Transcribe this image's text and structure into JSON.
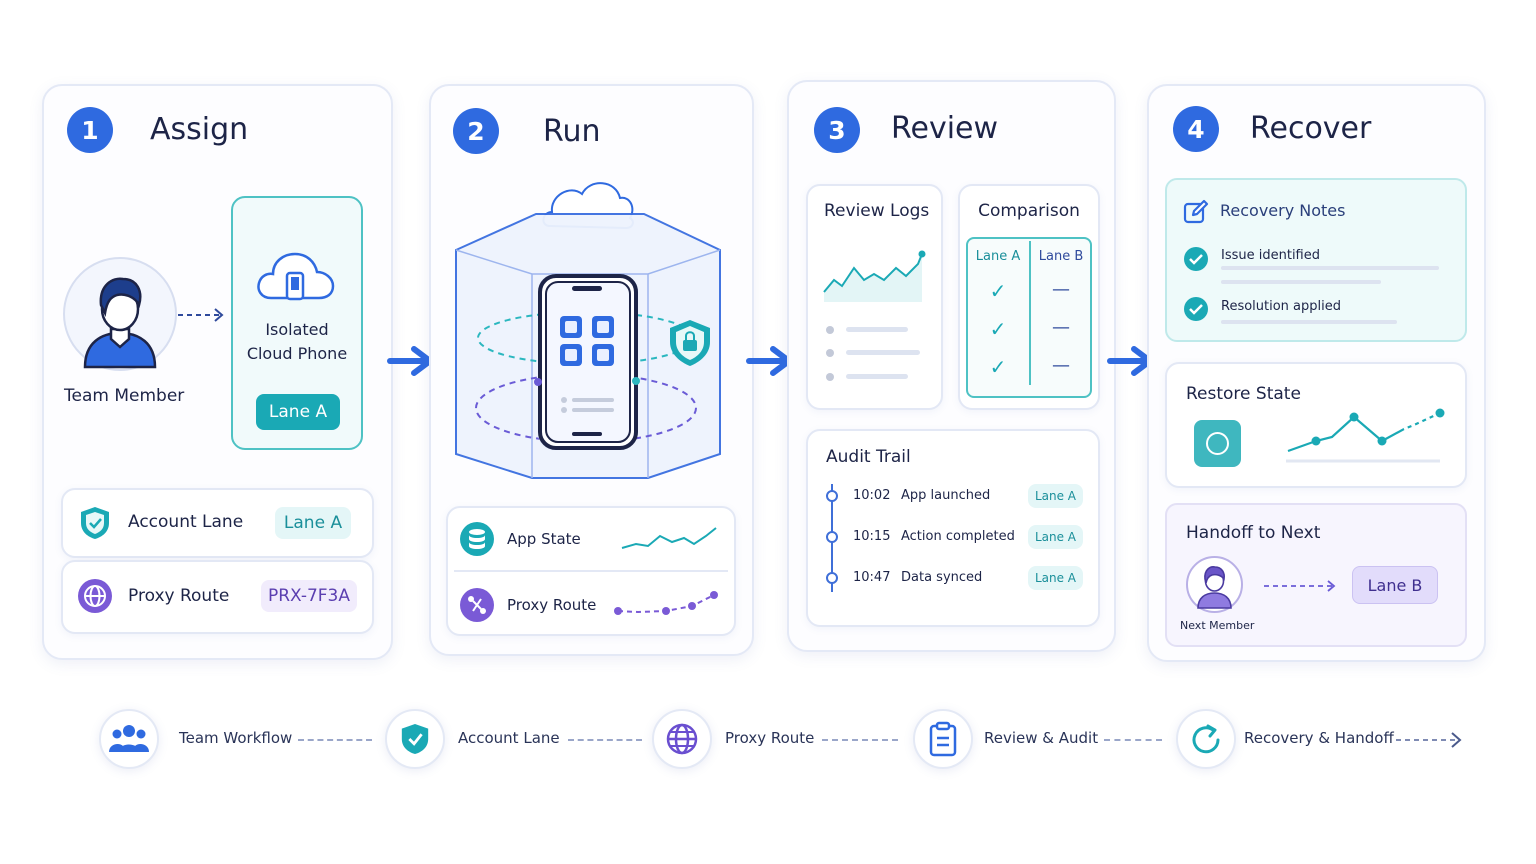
{
  "colors": {
    "primary_blue": "#2f6ae0",
    "teal": "#1aa9b5",
    "purple": "#7a5ad6",
    "navy": "#1d2447"
  },
  "steps": [
    {
      "number": "1",
      "title": "Assign"
    },
    {
      "number": "2",
      "title": "Run"
    },
    {
      "number": "3",
      "title": "Review"
    },
    {
      "number": "4",
      "title": "Recover"
    }
  ],
  "assign": {
    "member_label": "Team Member",
    "phone_line1": "Isolated",
    "phone_line2": "Cloud Phone",
    "phone_lane": "Lane A",
    "account_lane_label": "Account Lane",
    "account_lane_value": "Lane A",
    "proxy_label": "Proxy Route",
    "proxy_value": "PRX-7F3A"
  },
  "run": {
    "app_state_label": "App State",
    "proxy_label": "Proxy Route"
  },
  "review": {
    "logs_title": "Review Logs",
    "comparison_title": "Comparison",
    "col_a": "Lane A",
    "col_b": "Lane B",
    "rows": [
      {
        "a": "✓",
        "b": "—"
      },
      {
        "a": "✓",
        "b": "—"
      },
      {
        "a": "✓",
        "b": "—"
      }
    ],
    "audit_title": "Audit Trail",
    "audit": [
      {
        "time": "10:02",
        "event": "App launched",
        "lane": "Lane A"
      },
      {
        "time": "10:15",
        "event": "Action completed",
        "lane": "Lane A"
      },
      {
        "time": "10:47",
        "event": "Data synced",
        "lane": "Lane A"
      }
    ]
  },
  "recover": {
    "notes_title": "Recovery Notes",
    "notes": [
      "Issue identified",
      "Resolution applied"
    ],
    "restore_title": "Restore State",
    "handoff_title": "Handoff to Next",
    "next_member_label": "Next Member",
    "next_lane": "Lane B"
  },
  "legend": [
    {
      "icon": "team-icon",
      "label": "Team Workflow"
    },
    {
      "icon": "shield-icon",
      "label": "Account Lane"
    },
    {
      "icon": "globe-icon",
      "label": "Proxy Route"
    },
    {
      "icon": "clipboard-icon",
      "label": "Review & Audit"
    },
    {
      "icon": "refresh-icon",
      "label": "Recovery & Handoff"
    }
  ]
}
